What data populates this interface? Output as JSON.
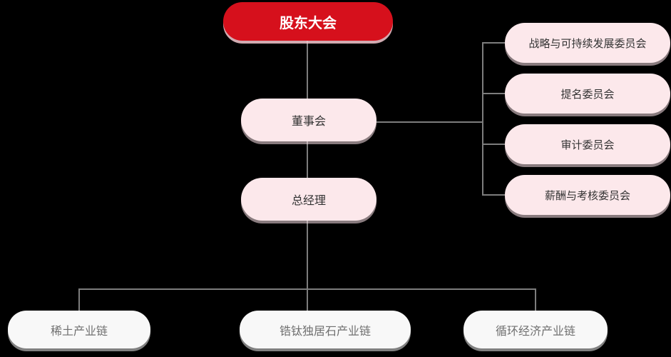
{
  "org_chart": {
    "root": {
      "label": "股东大会"
    },
    "board": {
      "label": "董事会"
    },
    "general_manager": {
      "label": "总经理"
    },
    "committees": [
      {
        "label": "战略与可持续发展委员会"
      },
      {
        "label": "提名委员会"
      },
      {
        "label": "审计委员会"
      },
      {
        "label": "薪酬与考核委员会"
      }
    ],
    "industry_chains": [
      {
        "label": "稀土产业链"
      },
      {
        "label": "锆钛独居石产业链"
      },
      {
        "label": "循环经济产业链"
      }
    ]
  },
  "colors": {
    "root_red": "#d6101c",
    "node_pink": "#fce8eb",
    "node_white": "#f8f8f8",
    "connector_gray": "#7d7d7d",
    "root_text": "#ffffff",
    "pink_node_text": "#333333",
    "white_node_text": "#707070",
    "background": "#000000"
  }
}
